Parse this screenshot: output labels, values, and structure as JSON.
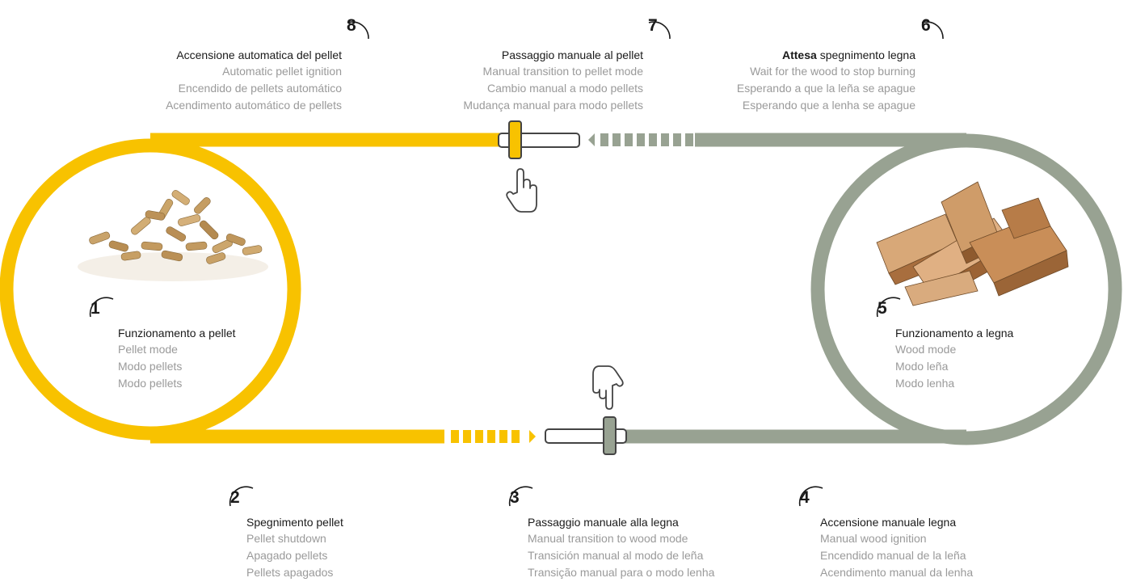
{
  "colors": {
    "pellet": "#f8c200",
    "wood": "#98a292",
    "text": "#1a1a1a",
    "subtext": "#9a9a9a"
  },
  "icons": {
    "hand_up": "pointing-hand-up-icon",
    "hand_down": "pointing-hand-down-icon",
    "pellet_image": "wood-pellets-image",
    "wood_image": "firewood-logs-image"
  },
  "steps": [
    {
      "num": "1",
      "title": "Funzionamento a pellet",
      "lines": [
        "Pellet mode",
        "Modo pellets",
        "Modo pellets"
      ]
    },
    {
      "num": "2",
      "title": "Spegnimento pellet",
      "lines": [
        "Pellet shutdown",
        "Apagado pellets",
        "Pellets apagados"
      ]
    },
    {
      "num": "3",
      "title": "Passaggio manuale alla legna",
      "lines": [
        "Manual transition to wood mode",
        "Transición manual al modo de leña",
        "Transição manual para o modo lenha"
      ]
    },
    {
      "num": "4",
      "title": "Accensione manuale legna",
      "lines": [
        "Manual wood ignition",
        "Encendido manual de la leña",
        "Acendimento manual da lenha"
      ]
    },
    {
      "num": "5",
      "title": "Funzionamento a legna",
      "lines": [
        "Wood mode",
        "Modo leña",
        "Modo lenha"
      ]
    },
    {
      "num": "6",
      "title_bold": "Attesa",
      "title": "spegnimento legna",
      "lines": [
        "Wait for the wood to stop burning",
        "Esperando a que la leña se apague",
        "Esperando que a lenha se apague"
      ]
    },
    {
      "num": "7",
      "title": "Passaggio manuale al pellet",
      "lines": [
        "Manual transition to pellet mode",
        "Cambio manual a modo pellets",
        "Mudança manual para modo pellets"
      ]
    },
    {
      "num": "8",
      "title": "Accensione automatica del pellet",
      "lines": [
        "Automatic pellet ignition",
        "Encendido de pellets automático",
        "Acendimento automático de pellets"
      ]
    }
  ]
}
